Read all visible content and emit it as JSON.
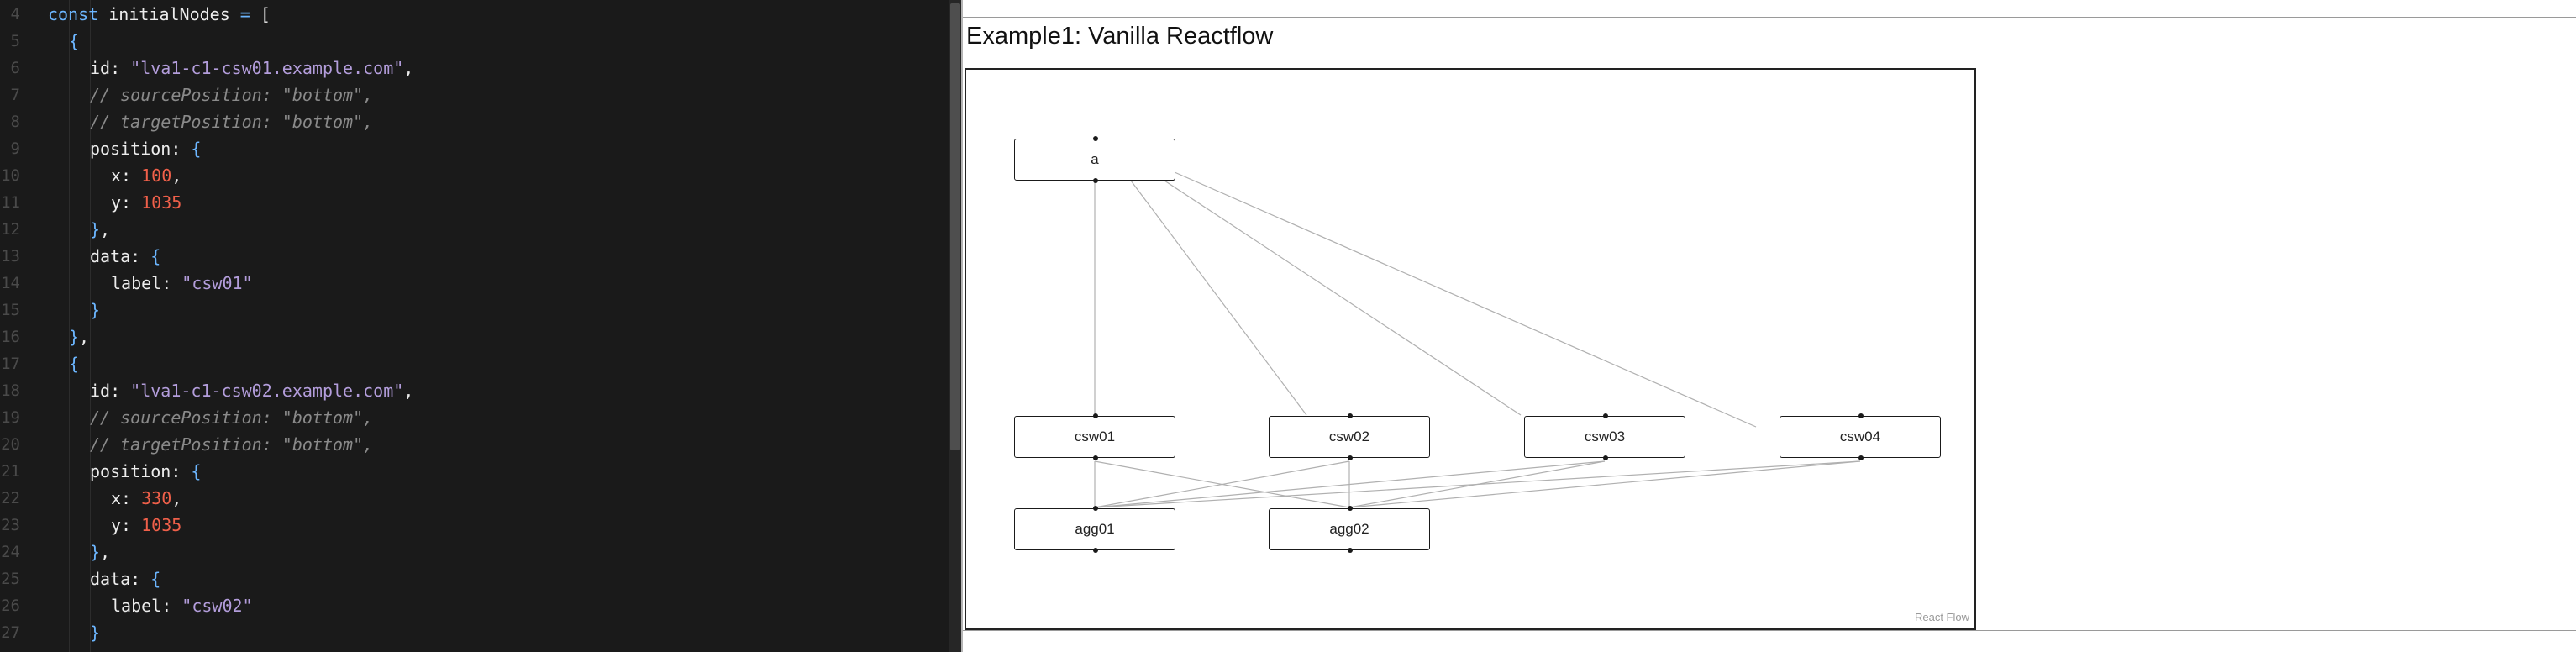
{
  "editor": {
    "lines": [
      {
        "n": "4",
        "indent": 0,
        "tokens": [
          [
            "kw",
            "const"
          ],
          [
            "tx",
            " initialNodes "
          ],
          [
            "pn",
            "="
          ],
          [
            "tx",
            " ["
          ]
        ]
      },
      {
        "n": "5",
        "indent": 1,
        "tokens": [
          [
            "pn",
            "{"
          ]
        ]
      },
      {
        "n": "6",
        "indent": 2,
        "tokens": [
          [
            "tx",
            "id: "
          ],
          [
            "str",
            "\"lva1-c1-csw01.example.com\""
          ],
          [
            "tx",
            ","
          ]
        ]
      },
      {
        "n": "7",
        "indent": 2,
        "tokens": [
          [
            "cmt",
            "// sourcePosition: \"bottom\","
          ]
        ]
      },
      {
        "n": "8",
        "indent": 2,
        "tokens": [
          [
            "cmt",
            "// targetPosition: \"bottom\","
          ]
        ]
      },
      {
        "n": "9",
        "indent": 2,
        "tokens": [
          [
            "tx",
            "position: "
          ],
          [
            "pn",
            "{"
          ]
        ]
      },
      {
        "n": "10",
        "indent": 3,
        "tokens": [
          [
            "tx",
            "x: "
          ],
          [
            "num",
            "100"
          ],
          [
            "tx",
            ","
          ]
        ]
      },
      {
        "n": "11",
        "indent": 3,
        "tokens": [
          [
            "tx",
            "y: "
          ],
          [
            "num",
            "1035"
          ]
        ]
      },
      {
        "n": "12",
        "indent": 2,
        "tokens": [
          [
            "pn",
            "}"
          ],
          [
            "tx",
            ","
          ]
        ]
      },
      {
        "n": "13",
        "indent": 2,
        "tokens": [
          [
            "tx",
            "data: "
          ],
          [
            "pn",
            "{"
          ]
        ]
      },
      {
        "n": "14",
        "indent": 3,
        "tokens": [
          [
            "tx",
            "label: "
          ],
          [
            "str",
            "\"csw01\""
          ]
        ]
      },
      {
        "n": "15",
        "indent": 2,
        "tokens": [
          [
            "pn",
            "}"
          ]
        ]
      },
      {
        "n": "16",
        "indent": 1,
        "tokens": [
          [
            "pn",
            "}"
          ],
          [
            "tx",
            ","
          ]
        ]
      },
      {
        "n": "17",
        "indent": 1,
        "tokens": [
          [
            "pn",
            "{"
          ]
        ]
      },
      {
        "n": "18",
        "indent": 2,
        "tokens": [
          [
            "tx",
            "id: "
          ],
          [
            "str",
            "\"lva1-c1-csw02.example.com\""
          ],
          [
            "tx",
            ","
          ]
        ]
      },
      {
        "n": "19",
        "indent": 2,
        "tokens": [
          [
            "cmt",
            "// sourcePosition: \"bottom\","
          ]
        ]
      },
      {
        "n": "20",
        "indent": 2,
        "tokens": [
          [
            "cmt",
            "// targetPosition: \"bottom\","
          ]
        ]
      },
      {
        "n": "21",
        "indent": 2,
        "tokens": [
          [
            "tx",
            "position: "
          ],
          [
            "pn",
            "{"
          ]
        ]
      },
      {
        "n": "22",
        "indent": 3,
        "tokens": [
          [
            "tx",
            "x: "
          ],
          [
            "num",
            "330"
          ],
          [
            "tx",
            ","
          ]
        ]
      },
      {
        "n": "23",
        "indent": 3,
        "tokens": [
          [
            "tx",
            "y: "
          ],
          [
            "num",
            "1035"
          ]
        ]
      },
      {
        "n": "24",
        "indent": 2,
        "tokens": [
          [
            "pn",
            "}"
          ],
          [
            "tx",
            ","
          ]
        ]
      },
      {
        "n": "25",
        "indent": 2,
        "tokens": [
          [
            "tx",
            "data: "
          ],
          [
            "pn",
            "{"
          ]
        ]
      },
      {
        "n": "26",
        "indent": 3,
        "tokens": [
          [
            "tx",
            "label: "
          ],
          [
            "str",
            "\"csw02\""
          ]
        ]
      },
      {
        "n": "27",
        "indent": 2,
        "tokens": [
          [
            "pn",
            "}"
          ]
        ]
      }
    ]
  },
  "preview": {
    "title": "Example1: Vanilla Reactflow",
    "attribution": "React Flow",
    "nodes": {
      "a": "a",
      "csw01": "csw01",
      "csw02": "csw02",
      "csw03": "csw03",
      "csw04": "csw04",
      "agg01": "agg01",
      "agg02": "agg02"
    }
  },
  "colors": {
    "editor_bg": "#1a1a1a",
    "keyword": "#6cb6ff",
    "string": "#b39ddb",
    "number": "#f0604a",
    "comment": "#8a8a8a",
    "edge": "#b0b0b0"
  }
}
